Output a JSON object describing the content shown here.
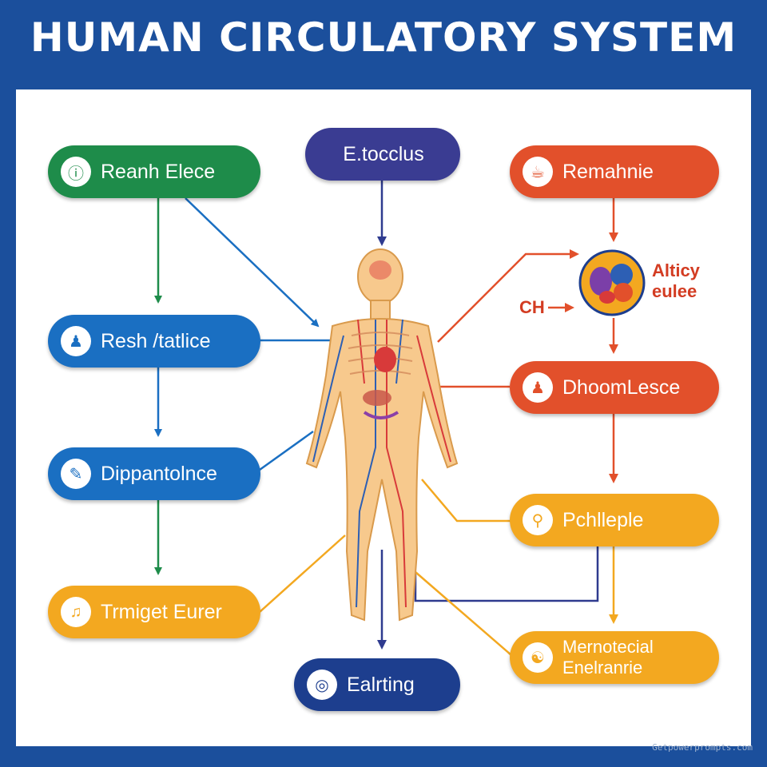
{
  "title": "HUMAN CIRCULATORY SYSTEM",
  "nodes": {
    "reanh": "Reanh Elece",
    "resh": "Resh /tatlice",
    "dippantolnce": "Dippantolnce",
    "trmiget": "Trmiget Eurer",
    "etocclus": "E.tocclus",
    "ealrting": "Ealrting",
    "remahnie": "Remahnie",
    "dhoomlesce": "DhoomLesce",
    "pchlleple": "Pchlleple",
    "mernotecial_line1": "Mernotecial",
    "mernotecial_line2": "Enelranrie"
  },
  "labels": {
    "alticy_line1": "Alticy",
    "alticy_line2": "eulee",
    "ch": "CH"
  },
  "icons": {
    "reanh": "info-icon",
    "resh": "person-icon",
    "dippantolnce": "wrench-icon",
    "trmiget": "runner-icon",
    "ealrting": "target-icon",
    "remahnie": "cup-icon",
    "dhoomlesce": "walker-icon",
    "pchlleple": "lock-icon",
    "mernotecial": "molecule-icon"
  },
  "colors": {
    "background": "#1b4f9c",
    "green": "#1e8c4a",
    "blue": "#1a6fc2",
    "navy": "#3a3c92",
    "red": "#e2502b",
    "orange": "#f3a820",
    "dark_blue": "#1d3e8e"
  },
  "watermark": "Getpowerprompts.com"
}
